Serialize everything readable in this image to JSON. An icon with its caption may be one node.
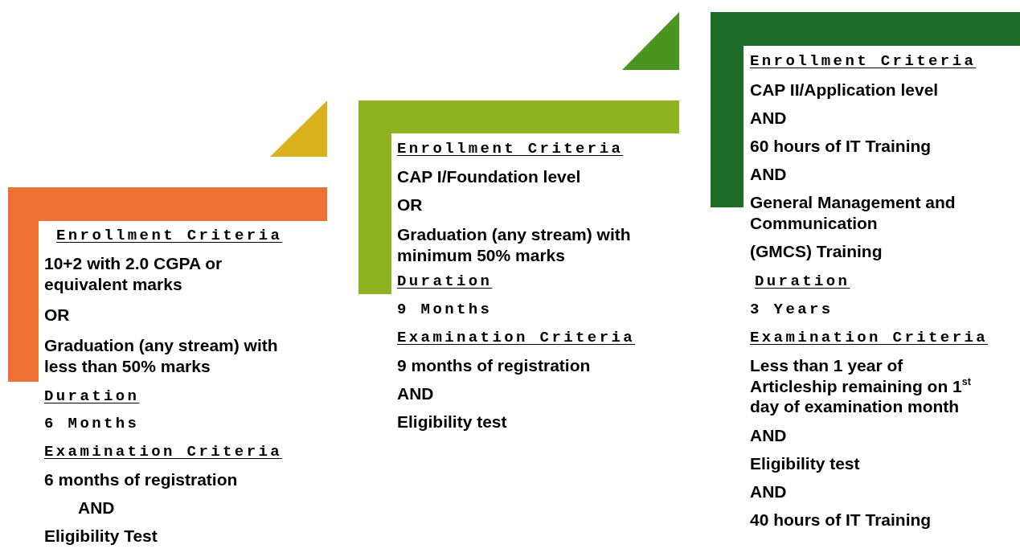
{
  "diagram": {
    "nodes": [
      {
        "text": [
          "Enrollment Criteria",
          "10+2 with 2.0 CGPA or equivalent marks",
          "OR",
          "Graduation (any stream) with less than 50% marks",
          "Duration",
          "6 Months"
        ],
        "beside": [
          "Examination Criteria",
          "6 months of registration",
          "AND",
          "Eligibility Test"
        ]
      },
      {
        "text": [
          "Enrollment Criteria",
          "CAP I/Foundation level",
          "OR",
          "Graduation (any stream) with minimum 50% marks",
          "Duration",
          "9 Months"
        ],
        "beside": [
          "Examination Criteria",
          "9 months of registration",
          "AND",
          "Eligibility test"
        ]
      },
      {
        "text": [
          "Enrollment Criteria",
          "CAP II/Application level",
          "AND",
          "60 hours of IT Training",
          "AND",
          "General Management and Communication",
          "(GMCS) Training",
          "Duration",
          "3 Years"
        ],
        "beside": [
          "Examination Criteria",
          "Less than 1 year of Articleship remaining on 1$^{st}$ day of examination month",
          "AND",
          "Eligibility test",
          "AND",
          "40 hours of IT Training"
        ]
      }
    ]
  }
}
